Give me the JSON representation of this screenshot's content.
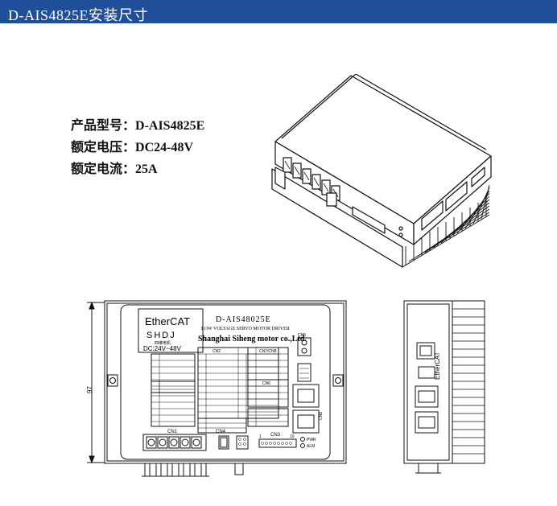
{
  "header": {
    "title": "D-AIS4825E安装尺寸",
    "color": "#1f4f99"
  },
  "specs": [
    {
      "label": "产品型号：",
      "value": "D-AIS4825E"
    },
    {
      "label": "额定电压：",
      "value": "DC24-48V"
    },
    {
      "label": "额定电流：",
      "value": "25A"
    }
  ],
  "front_view": {
    "brand": "EtherCAT",
    "logo": "SHDJ",
    "company_cn": "四维电机",
    "voltage": "DC:24V~48V",
    "model": "D-AIS48025E",
    "subtitle": "LOW VOLTAGE SERVO MOTOR DRIVER",
    "company_en": "Shanghai Siheng motor co.,Ltd.",
    "dimension_height": "97",
    "connectors": {
      "cn1": "CN1",
      "cn2": "CN2",
      "cn3": "CN3",
      "cn4": "CN4",
      "cn5": "CN5",
      "cn6": "CN6",
      "cn7_cn8": "CN7/CN8",
      "cn8": "CN8"
    },
    "leds": {
      "pwr": "PWR",
      "alm": "ALM"
    },
    "cn3_pin_first": "1",
    "cn3_pin_last": "10"
  },
  "side_view": {
    "brand": "EtherCAT"
  }
}
